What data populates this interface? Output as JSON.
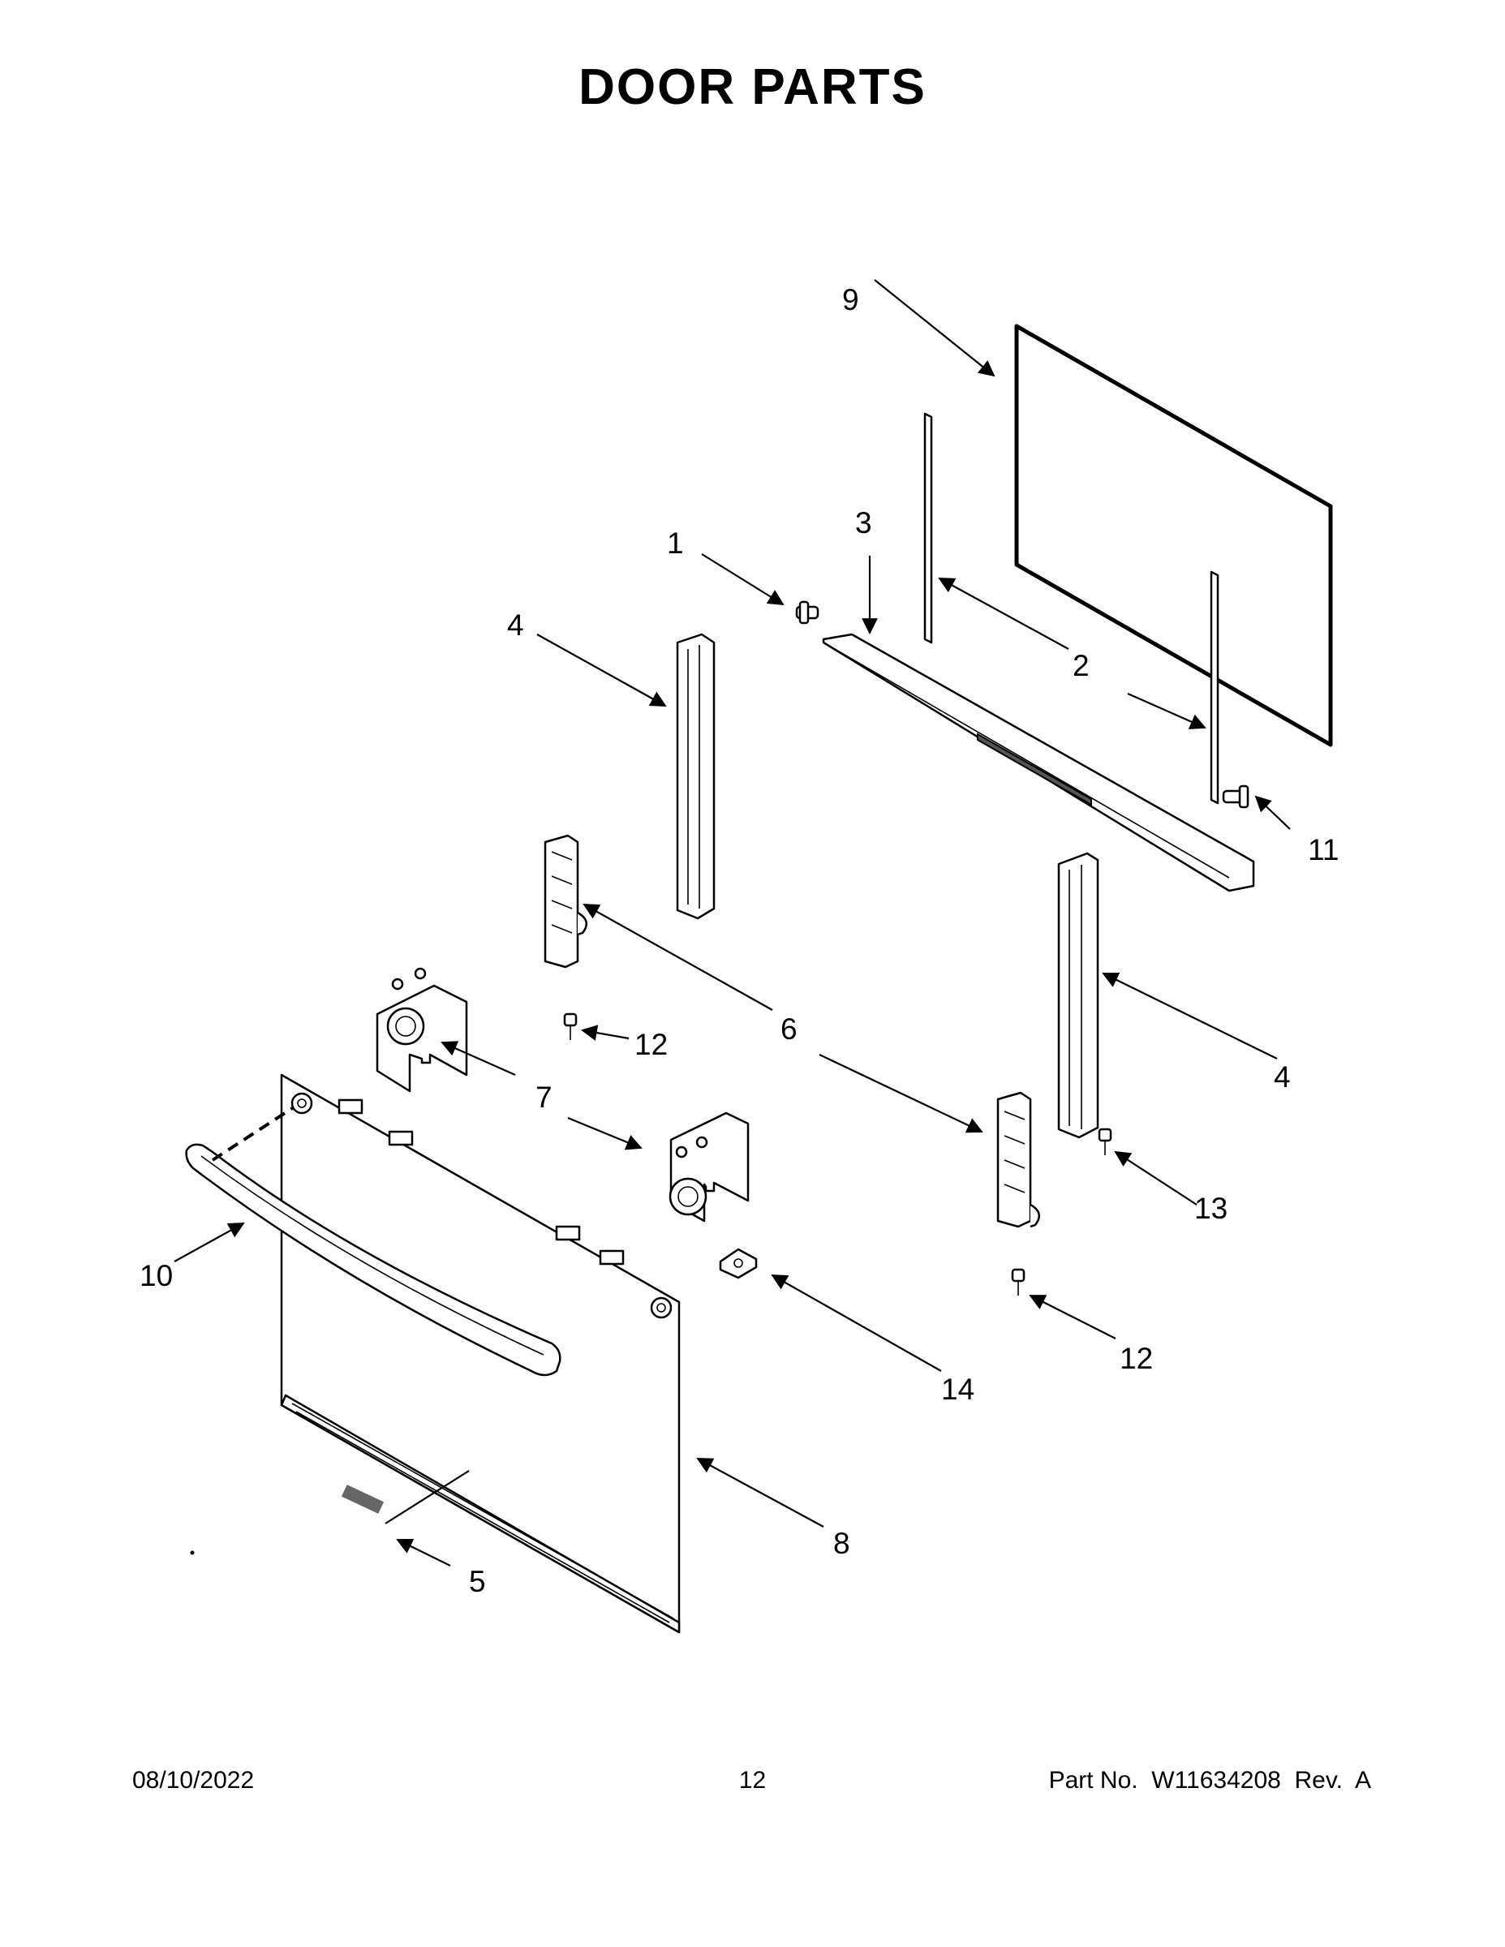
{
  "title": "DOOR PARTS",
  "callouts": {
    "c1": "1",
    "c2": "2",
    "c3": "3",
    "c4a": "4",
    "c4b": "4",
    "c5": "5",
    "c6": "6",
    "c7": "7",
    "c8": "8",
    "c9": "9",
    "c10": "10",
    "c11": "11",
    "c12a": "12",
    "c12b": "12",
    "c13": "13",
    "c14": "14"
  },
  "footer": {
    "date": "08/10/2022",
    "page": "12",
    "part_no": "Part No.  W11634208  Rev.  A"
  }
}
